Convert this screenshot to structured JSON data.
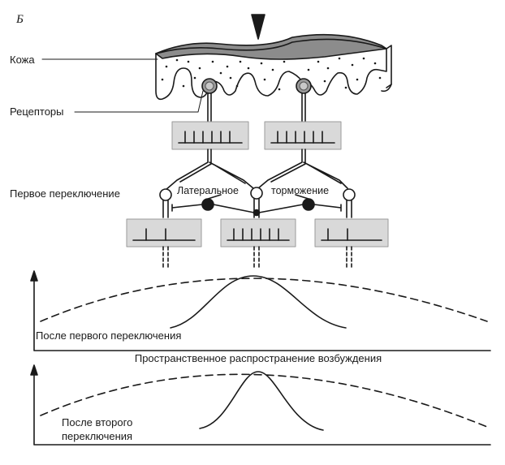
{
  "panel_label": "Б",
  "labels": {
    "skin": "Кожа",
    "receptors": "Рецепторы",
    "first_switch": "Первое переключение",
    "lateral": "Латеральное",
    "inhibition": "торможение"
  },
  "curves": {
    "after_first": "После первого переключения",
    "spatial_spread": "Пространственное распространение возбуждения",
    "after_second_line1": "После второго",
    "after_second_line2": "переключения"
  },
  "colors": {
    "ink": "#1a1a1a",
    "skin_top": "#8c8c8c",
    "recording_box": "#d9d9d9"
  },
  "recordings": {
    "top_left_spikes": 6,
    "top_right_spikes": 6,
    "bottom_left_spikes": 2,
    "bottom_center_spikes": 6,
    "bottom_right_spikes": 2
  },
  "icons": {
    "stimulus": "arrow-down-icon"
  }
}
